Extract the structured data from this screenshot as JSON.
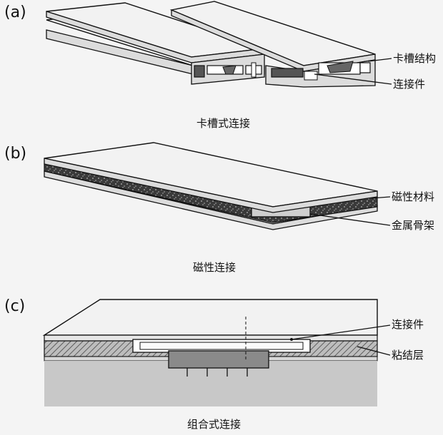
{
  "panels": {
    "a": {
      "label": "(a)",
      "caption": "卡槽式连接",
      "callouts": [
        "卡槽结构",
        "连接件"
      ]
    },
    "b": {
      "label": "(b)",
      "caption": "磁性连接",
      "callouts": [
        "磁性材料",
        "金属骨架"
      ]
    },
    "c": {
      "label": "(c)",
      "caption": "组合式连接",
      "callouts": [
        "连接件",
        "粘结层"
      ]
    }
  }
}
